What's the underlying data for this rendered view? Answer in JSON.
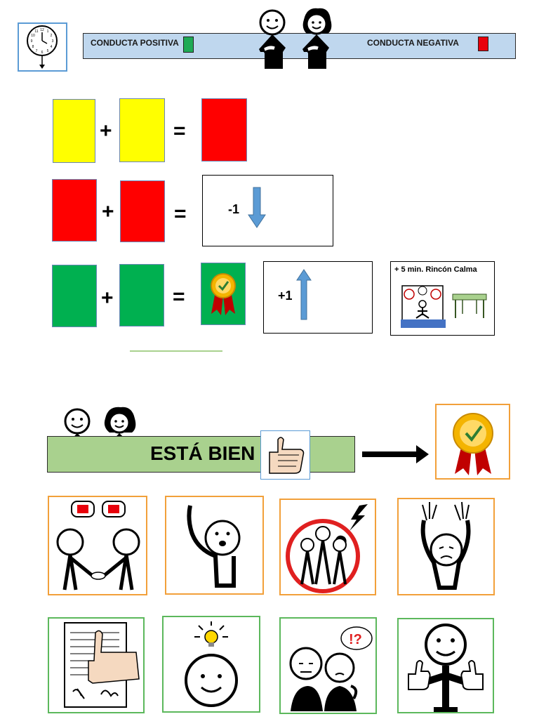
{
  "header": {
    "positive_label": "CONDUCTA POSITIVA",
    "negative_label": "CONDUCTA NEGATIVA",
    "positive_color": "#1faa55",
    "negative_color": "#e8000b",
    "bar_color": "#bfd7ee"
  },
  "rules": {
    "plus": "+",
    "equals": "=",
    "yellow": "#ffff00",
    "red": "#ff0000",
    "green": "#00b050",
    "minus_one": "-1",
    "plus_one": "+1",
    "calm_corner": "+ 5 min. Rincón Calma"
  },
  "section2": {
    "banner_text": "ESTÁ BIEN",
    "banner_color": "#a9d18e"
  }
}
